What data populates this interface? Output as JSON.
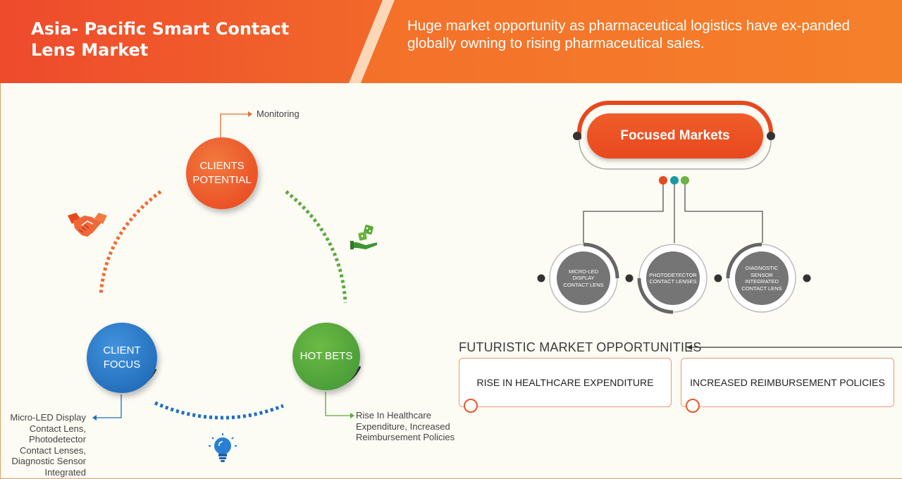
{
  "header": {
    "title": "Asia- Pacific Smart Contact Lens Market",
    "tagline": "Huge market opportunity as pharmaceutical logistics have ex-panded globally owning to rising pharmaceutical sales."
  },
  "cycle": {
    "clients_potential": {
      "label": "CLIENTS POTENTIAL",
      "note": "Monitoring"
    },
    "client_focus": {
      "label": "CLIENT FOCUS",
      "note": "Micro-LED Display Contact Lens, Photodetector Contact Lenses, Diagnostic Sensor Integrated"
    },
    "hot_bets": {
      "label": "HOT BETS",
      "note": "Rise In Healthcare Expenditure, Increased Reimbursement Policies"
    }
  },
  "focused_markets": {
    "title": "Focused Markets",
    "segments": [
      "MICRO-LED DISPLAY CONTACT LENS",
      "PHOTODETECTOR CONTACT LENSES",
      "DIAGNOSTIC SENSOR INTEGRATED CONTACT LENS"
    ]
  },
  "opportunities": {
    "title": "FUTURISTIC MARKET OPPORTUNITIES",
    "items": [
      "RISE IN HEALTHCARE EXPENDITURE",
      "INCREASED REIMBURSEMENT POLICIES"
    ]
  },
  "colors": {
    "orange": "#ee4a2c",
    "blue": "#1a62b1",
    "green": "#3f9534",
    "gray": "#757575"
  },
  "icons": [
    "handshake-icon",
    "dice-hand-icon",
    "lightbulb-icon"
  ]
}
